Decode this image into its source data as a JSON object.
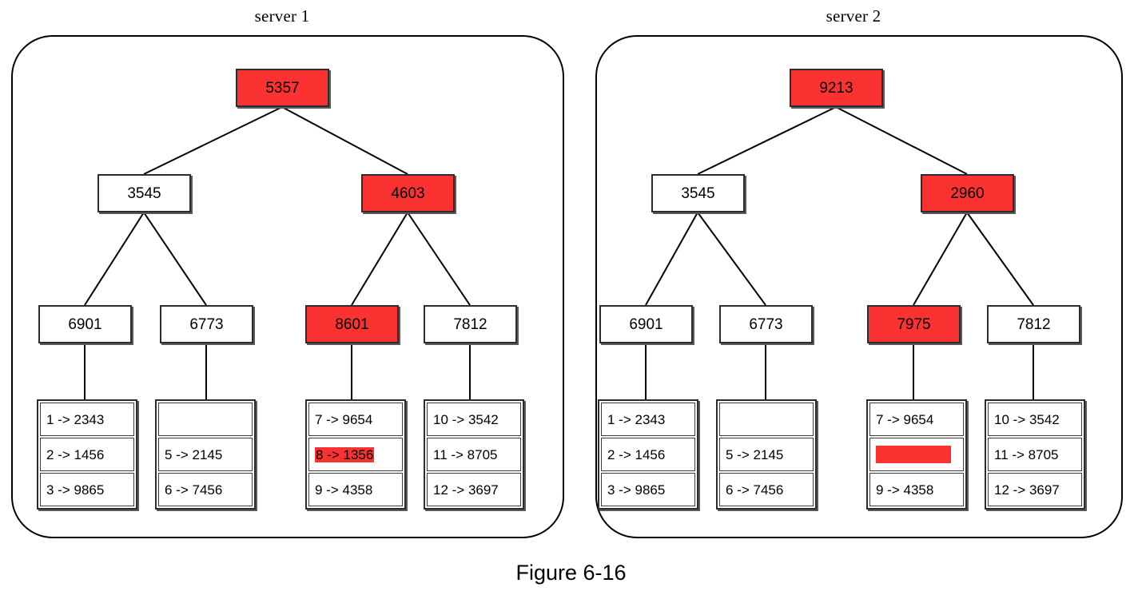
{
  "caption": "Figure 6-16",
  "colors": {
    "highlight_red": "#FA3232",
    "box_border": "#2c2c2c",
    "container_border": "#000000",
    "background": "#ffffff"
  },
  "servers": [
    {
      "id": "server-1",
      "title": "server 1",
      "root": {
        "label": "5357",
        "highlighted": true
      },
      "level2": [
        {
          "label": "3545",
          "highlighted": false
        },
        {
          "label": "4603",
          "highlighted": true
        }
      ],
      "level3": [
        {
          "label": "6901",
          "highlighted": false
        },
        {
          "label": "6773",
          "highlighted": false
        },
        {
          "label": "8601",
          "highlighted": true
        },
        {
          "label": "7812",
          "highlighted": false
        }
      ],
      "leaves": [
        {
          "parent": "6901",
          "rows": [
            {
              "text": "1 -> 2343",
              "highlighted": false
            },
            {
              "text": "2 -> 1456",
              "highlighted": false
            },
            {
              "text": "3 -> 9865",
              "highlighted": false
            }
          ]
        },
        {
          "parent": "6773",
          "rows": [
            {
              "text": "",
              "highlighted": false
            },
            {
              "text": "5 -> 2145",
              "highlighted": false
            },
            {
              "text": "6 -> 7456",
              "highlighted": false
            }
          ]
        },
        {
          "parent": "8601",
          "rows": [
            {
              "text": "7 -> 9654",
              "highlighted": false
            },
            {
              "text": "8 -> 1356",
              "highlighted": true
            },
            {
              "text": "9 -> 4358",
              "highlighted": false
            }
          ]
        },
        {
          "parent": "7812",
          "rows": [
            {
              "text": "10 -> 3542",
              "highlighted": false
            },
            {
              "text": "11 -> 8705",
              "highlighted": false
            },
            {
              "text": "12 -> 3697",
              "highlighted": false
            }
          ]
        }
      ]
    },
    {
      "id": "server-2",
      "title": "server 2",
      "root": {
        "label": "9213",
        "highlighted": true
      },
      "level2": [
        {
          "label": "3545",
          "highlighted": false
        },
        {
          "label": "2960",
          "highlighted": true
        }
      ],
      "level3": [
        {
          "label": "6901",
          "highlighted": false
        },
        {
          "label": "6773",
          "highlighted": false
        },
        {
          "label": "7975",
          "highlighted": true
        },
        {
          "label": "7812",
          "highlighted": false
        }
      ],
      "leaves": [
        {
          "parent": "6901",
          "rows": [
            {
              "text": "1 -> 2343",
              "highlighted": false
            },
            {
              "text": "2 -> 1456",
              "highlighted": false
            },
            {
              "text": "3 -> 9865",
              "highlighted": false
            }
          ]
        },
        {
          "parent": "6773",
          "rows": [
            {
              "text": "",
              "highlighted": false
            },
            {
              "text": "5 -> 2145",
              "highlighted": false
            },
            {
              "text": "6 -> 7456",
              "highlighted": false
            }
          ]
        },
        {
          "parent": "7975",
          "rows": [
            {
              "text": "7 -> 9654",
              "highlighted": false
            },
            {
              "text": "",
              "highlighted": true
            },
            {
              "text": "9 -> 4358",
              "highlighted": false
            }
          ]
        },
        {
          "parent": "7812",
          "rows": [
            {
              "text": "10 -> 3542",
              "highlighted": false
            },
            {
              "text": "11 -> 8705",
              "highlighted": false
            },
            {
              "text": "12 -> 3697",
              "highlighted": false
            }
          ]
        }
      ]
    }
  ]
}
